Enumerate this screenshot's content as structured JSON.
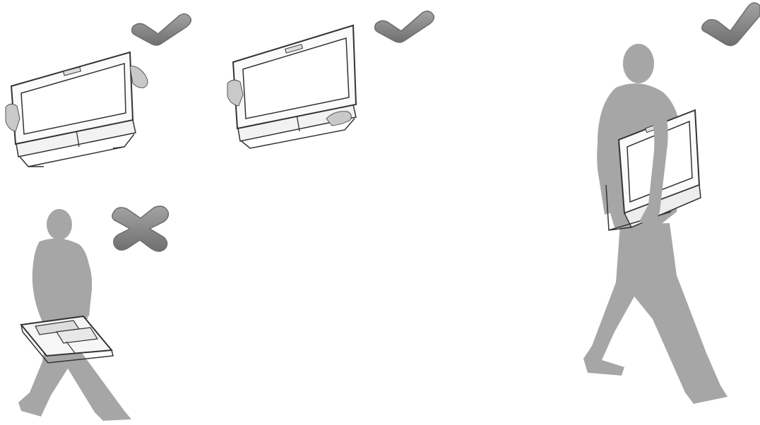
{
  "scenes": [
    {
      "id": "two-hand-side-carry",
      "verdict": "correct"
    },
    {
      "id": "one-hand-side-carry",
      "verdict": "correct"
    },
    {
      "id": "flat-underarm-carry",
      "verdict": "incorrect"
    },
    {
      "id": "upright-carry-walking",
      "verdict": "correct"
    }
  ],
  "colors": {
    "figure": "#a6a6a6",
    "mark_fill": "#8e8e8e",
    "mark_edge": "#6e6e6e",
    "outline": "#333333",
    "background": "#ffffff"
  },
  "icons": [
    "check-mark-icon",
    "cross-mark-icon",
    "monitor-icon",
    "person-silhouette-icon"
  ]
}
